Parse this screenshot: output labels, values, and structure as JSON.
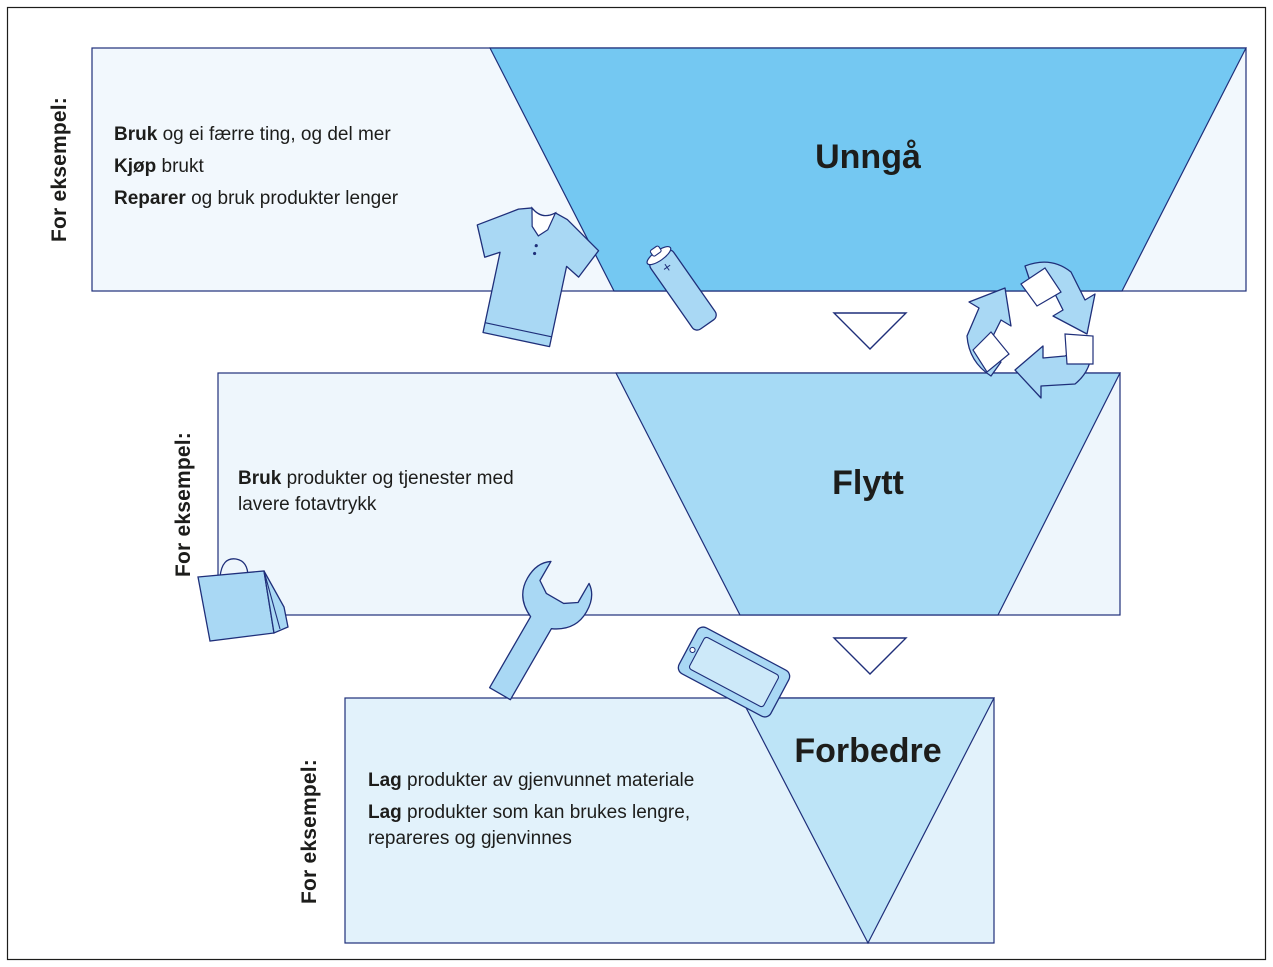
{
  "stages": [
    {
      "title": "Unngå",
      "side_label": "For eksempel:",
      "examples": [
        {
          "bold": "Bruk",
          "text": " og ei færre ting, og del mer"
        },
        {
          "bold": "Kjøp",
          "text": " brukt"
        },
        {
          "bold": "Reparer",
          "text": " og bruk produkter lenger"
        }
      ]
    },
    {
      "title": "Flytt",
      "side_label": "For eksempel:",
      "examples": [
        {
          "bold": "Bruk",
          "text": " produkter og tjenester med lavere fotavtrykk"
        }
      ]
    },
    {
      "title": "Forbedre",
      "side_label": "For eksempel:",
      "examples": [
        {
          "bold": "Lag",
          "text": " produkter av gjenvunnet materiale"
        },
        {
          "bold": "Lag",
          "text": " produkter som kan brukes lengre, repareres og gjenvinnes"
        }
      ]
    }
  ],
  "icons": [
    "tshirt-icon",
    "battery-icon",
    "recycle-icon",
    "shopping-bag-icon",
    "wrench-icon",
    "tablet-icon"
  ],
  "colors": {
    "outline": "#1f2f7a",
    "unnga_fill": "#74c8f2",
    "flytt_fill": "#a6daf5",
    "forbedre_fill": "#bde4f7",
    "panel_1": "#f2f8fd",
    "panel_2": "#eef6fc",
    "panel_3": "#e2f2fb",
    "icon_fill": "#a9d8f4"
  }
}
